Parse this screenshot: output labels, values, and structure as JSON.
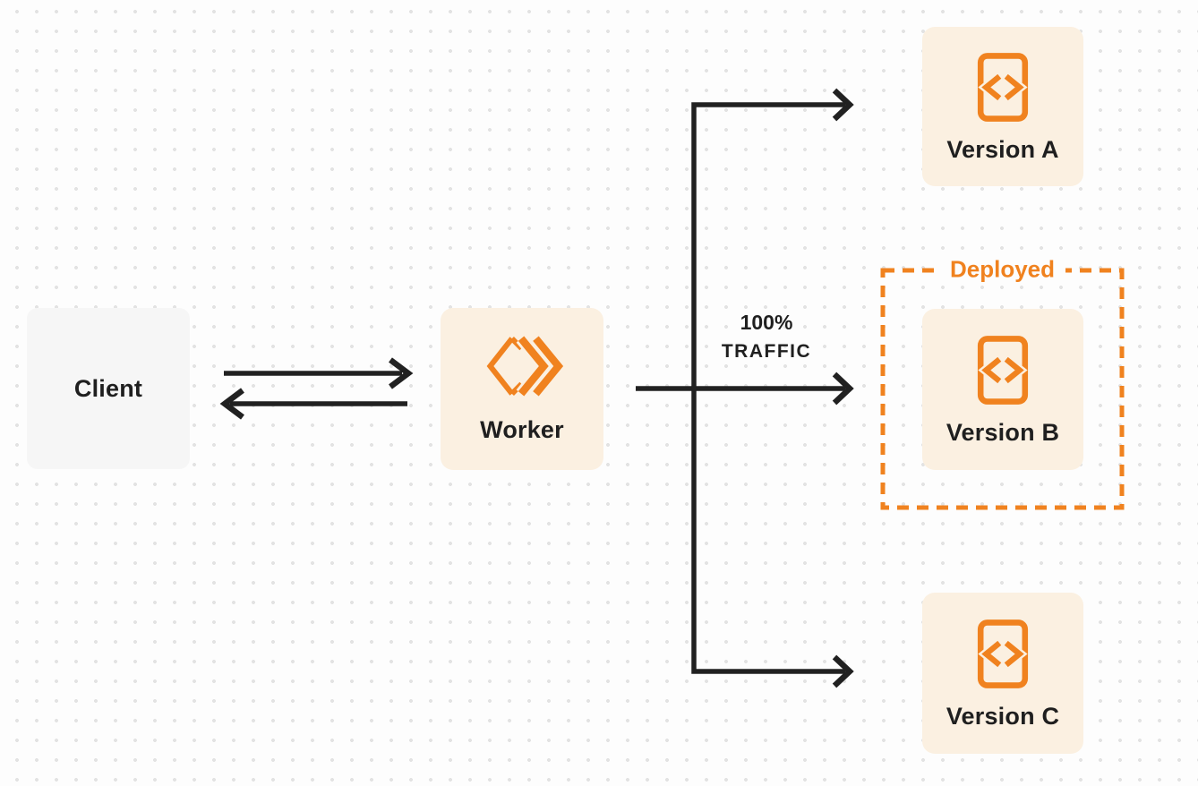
{
  "diagram": {
    "nodes": {
      "client": {
        "label": "Client"
      },
      "worker": {
        "label": "Worker"
      },
      "version_a": {
        "label": "Version A"
      },
      "version_b": {
        "label": "Version B"
      },
      "version_c": {
        "label": "Version C"
      }
    },
    "labels": {
      "deployed": "Deployed",
      "traffic_percent": "100%",
      "traffic_word": "TRAFFIC"
    },
    "icons": {
      "worker_icon": "double-chevron-diamond-icon",
      "version_icon": "code-file-icon"
    },
    "colors": {
      "orange": "#f0821f",
      "peach": "#fbf0e1",
      "client_gray": "#f6f6f6",
      "ink": "#212121",
      "background": "#fdfdfd",
      "dot_grid": "#e3e3e3"
    }
  }
}
